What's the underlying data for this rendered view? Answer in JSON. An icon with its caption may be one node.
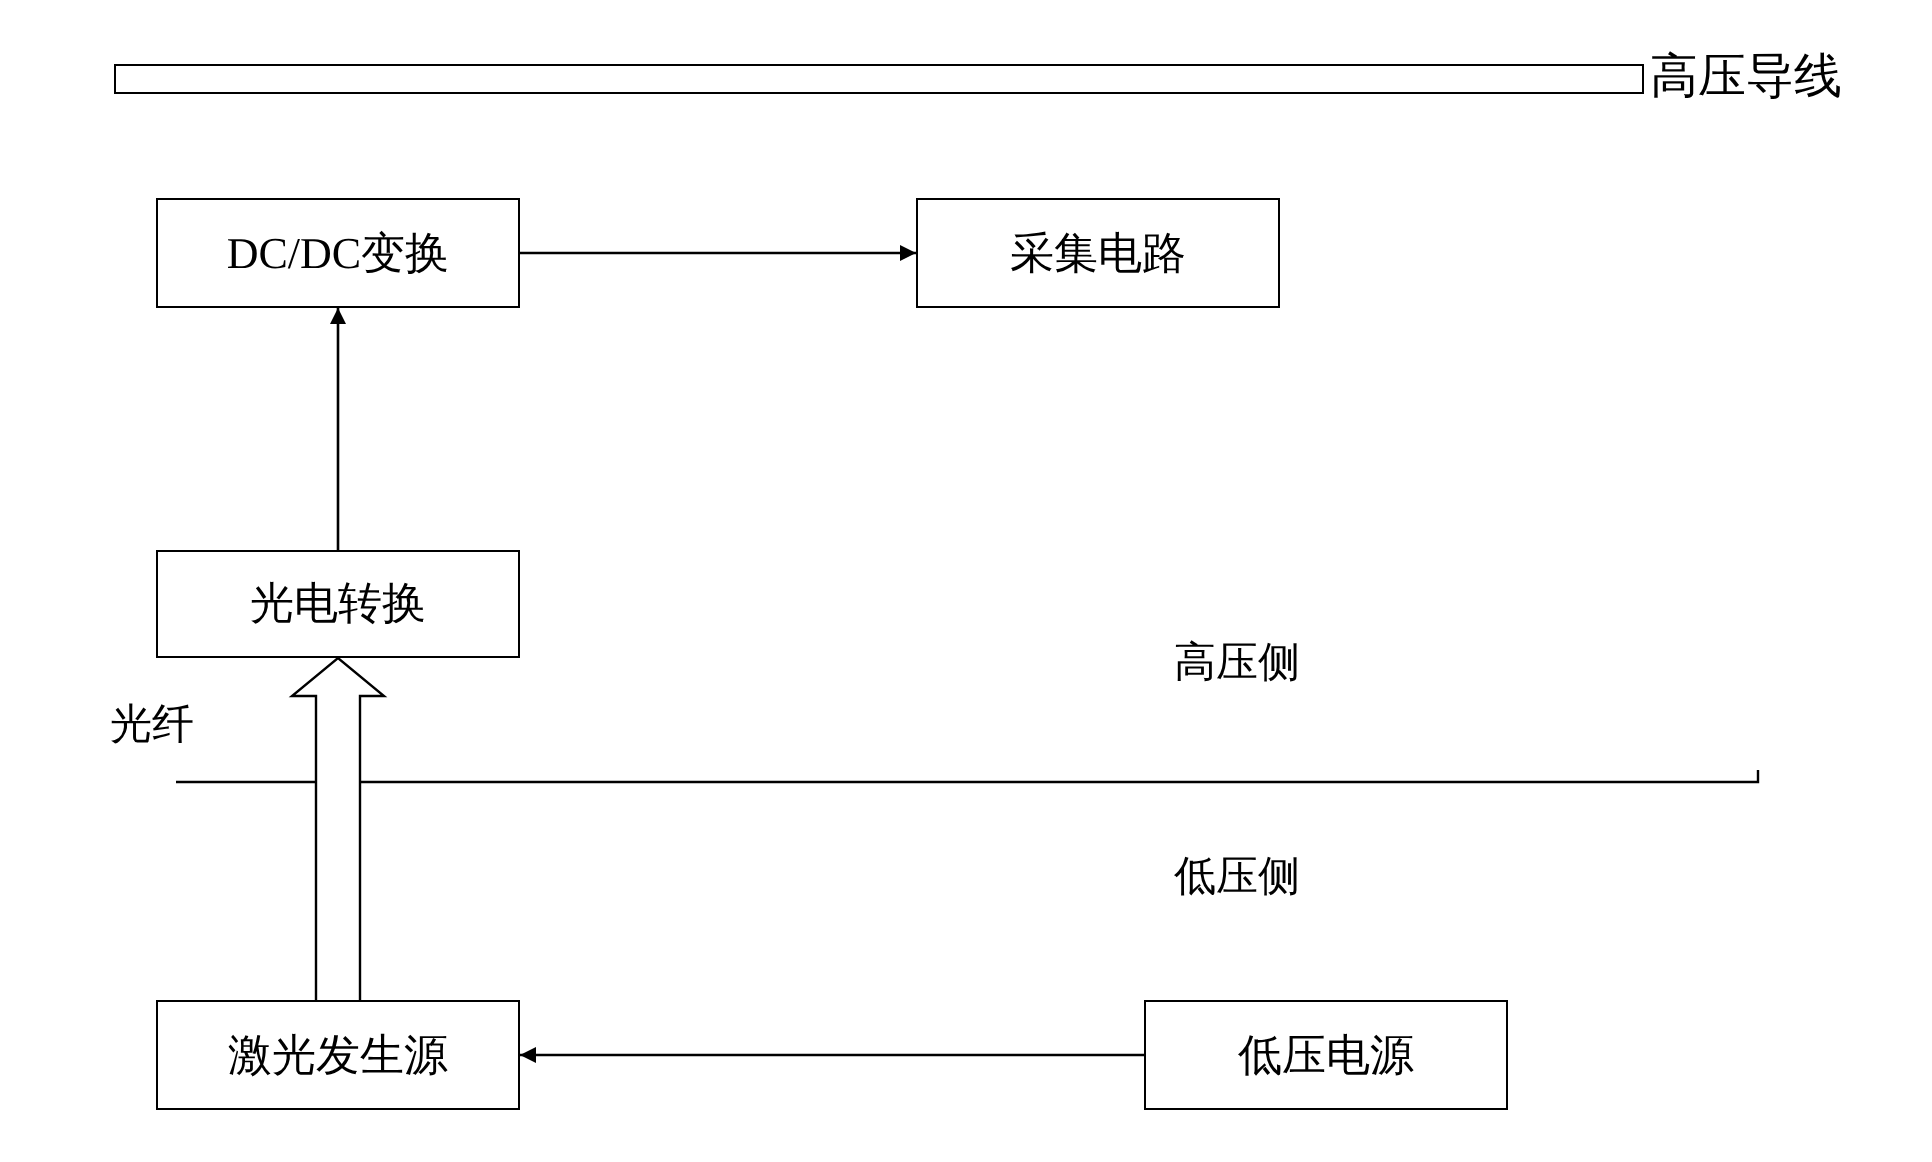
{
  "diagram": {
    "nodes": [
      {
        "text": [
          "高压导线"
        ]
      },
      {
        "text": [
          "DC/DC变换"
        ]
      },
      {
        "text": [
          "采集电路"
        ]
      },
      {
        "text": [
          "光电转换"
        ]
      },
      {
        "text": [
          "激光发生源"
        ]
      },
      {
        "text": [
          "低压电源"
        ]
      }
    ],
    "edges": [
      {
        "from": 1,
        "to": 2,
        "arrow": "to"
      },
      {
        "from": 3,
        "to": 1,
        "arrow": "to"
      },
      {
        "from": 4,
        "to": 3,
        "arrow": "to",
        "style": "thick"
      },
      {
        "from": 5,
        "to": 4,
        "arrow": "to"
      }
    ],
    "labels": [
      "高压侧",
      "光纤",
      "低压侧"
    ]
  }
}
